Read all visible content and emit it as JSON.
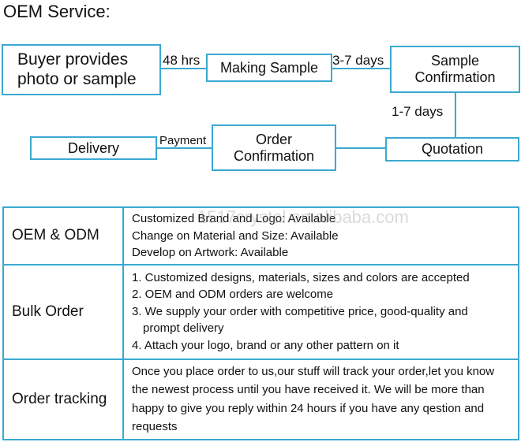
{
  "title": "OEM Service:",
  "flow": {
    "buyer": "Buyer provides\nphoto or sample",
    "making_sample": "Making Sample",
    "sample_confirmation": "Sample\nConfirmation",
    "quotation": "Quotation",
    "order_confirmation": "Order\nConfirmation",
    "delivery": "Delivery",
    "label_48hrs": "48 hrs",
    "label_3_7days": "3-7 days",
    "label_1_7days": "1-7 days",
    "label_payment": "Payment"
  },
  "watermark": "1517crystal.en.alibaba.com",
  "table": {
    "rows": [
      {
        "head": "OEM & ODM",
        "lines": [
          "Customized Brand and Logo: Available",
          "Change on Material and Size: Available",
          "Develop on Artwork: Available"
        ]
      },
      {
        "head": "Bulk Order",
        "lines": [
          "1. Customized designs, materials, sizes and colors are accepted",
          "2. OEM and ODM orders are welcome",
          "3. We supply your order with competitive price, good-quality and",
          "prompt delivery",
          "4. Attach your logo, brand or any other pattern on it"
        ]
      },
      {
        "head": "Order tracking",
        "text": "Once you place order to us,our stuff will track your order,let you know the newest process until you have received it. We will be more than happy to give you reply within 24 hours if you have any qestion and requests"
      }
    ]
  },
  "colors": {
    "border": "#3aa9d1",
    "text": "#111111"
  }
}
